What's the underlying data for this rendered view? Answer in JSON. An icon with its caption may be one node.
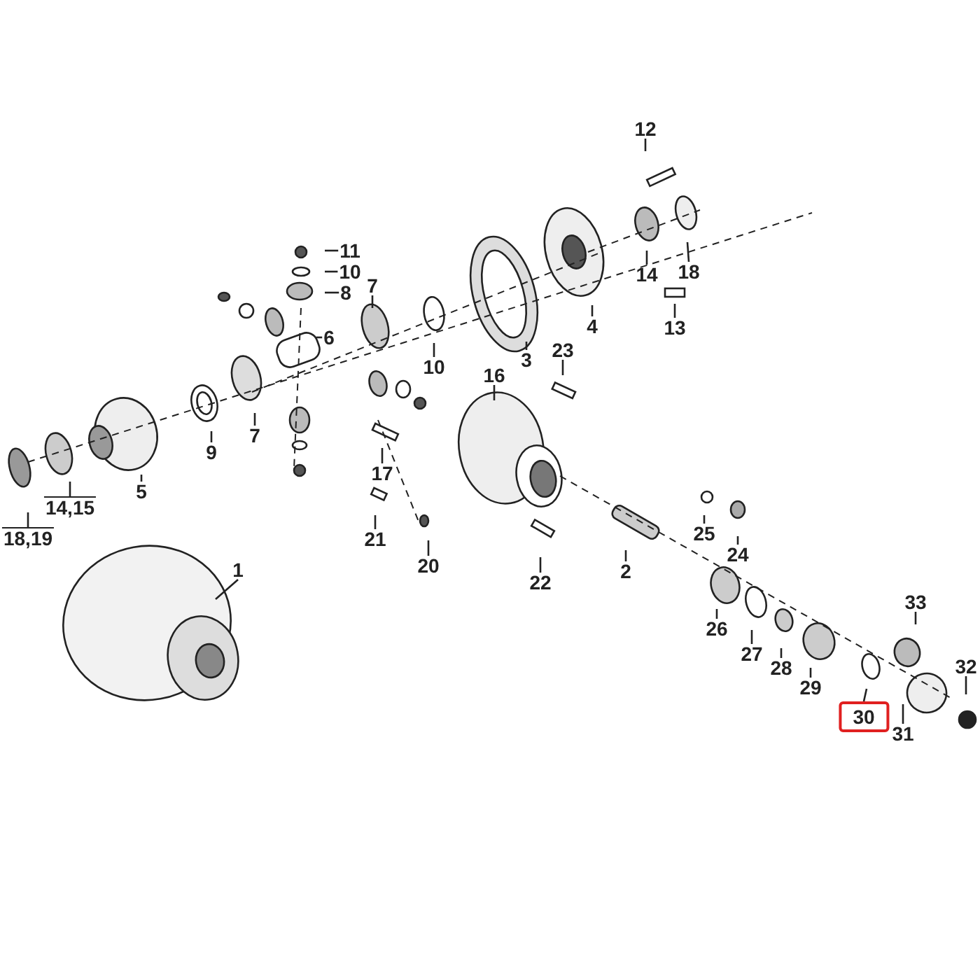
{
  "diagram": {
    "nodes": [
      {
        "text": [
          "12"
        ]
      },
      {
        "text": [
          "11"
        ]
      },
      {
        "text": [
          "10"
        ]
      },
      {
        "text": [
          "8"
        ]
      },
      {
        "text": [
          "18"
        ]
      },
      {
        "text": [
          "14"
        ]
      },
      {
        "text": [
          "13"
        ]
      },
      {
        "text": [
          "7"
        ]
      },
      {
        "text": [
          "6"
        ]
      },
      {
        "text": [
          "10"
        ]
      },
      {
        "text": [
          "3"
        ]
      },
      {
        "text": [
          "4"
        ]
      },
      {
        "text": [
          "23"
        ]
      },
      {
        "text": [
          "16"
        ]
      },
      {
        "text": [
          "7"
        ]
      },
      {
        "text": [
          "9"
        ]
      },
      {
        "text": [
          "5"
        ]
      },
      {
        "text": [
          "14,15"
        ]
      },
      {
        "text": [
          "18,19"
        ]
      },
      {
        "text": [
          "17"
        ]
      },
      {
        "text": [
          "21"
        ]
      },
      {
        "text": [
          "20"
        ]
      },
      {
        "text": [
          "22"
        ]
      },
      {
        "text": [
          "2"
        ]
      },
      {
        "text": [
          "25"
        ]
      },
      {
        "text": [
          "24"
        ]
      },
      {
        "text": [
          "1"
        ]
      },
      {
        "text": [
          "26"
        ]
      },
      {
        "text": [
          "27"
        ]
      },
      {
        "text": [
          "28"
        ]
      },
      {
        "text": [
          "29"
        ]
      },
      {
        "text": [
          "33"
        ]
      },
      {
        "text": [
          "30"
        ]
      },
      {
        "text": [
          "31"
        ]
      },
      {
        "text": [
          "32"
        ]
      }
    ],
    "edges": [
      {
        "from": 0,
        "to": null,
        "arrow": "none"
      },
      {
        "from": 1,
        "to": null,
        "arrow": "none"
      },
      {
        "from": 2,
        "to": null,
        "arrow": "none"
      },
      {
        "from": 3,
        "to": null,
        "arrow": "none"
      },
      {
        "from": 4,
        "to": null,
        "arrow": "none"
      },
      {
        "from": 5,
        "to": null,
        "arrow": "none"
      },
      {
        "from": 6,
        "to": null,
        "arrow": "none"
      },
      {
        "from": 7,
        "to": null,
        "arrow": "none"
      },
      {
        "from": 8,
        "to": null,
        "arrow": "none"
      },
      {
        "from": 9,
        "to": null,
        "arrow": "none"
      },
      {
        "from": 10,
        "to": null,
        "arrow": "none"
      },
      {
        "from": 11,
        "to": null,
        "arrow": "none"
      },
      {
        "from": 12,
        "to": null,
        "arrow": "none"
      },
      {
        "from": 13,
        "to": null,
        "arrow": "none"
      },
      {
        "from": 14,
        "to": null,
        "arrow": "none"
      },
      {
        "from": 15,
        "to": null,
        "arrow": "none"
      },
      {
        "from": 16,
        "to": null,
        "arrow": "none"
      },
      {
        "from": 17,
        "to": null,
        "arrow": "none"
      },
      {
        "from": 18,
        "to": null,
        "arrow": "none"
      },
      {
        "from": 19,
        "to": null,
        "arrow": "none"
      },
      {
        "from": 20,
        "to": null,
        "arrow": "none"
      },
      {
        "from": 21,
        "to": null,
        "arrow": "none"
      },
      {
        "from": 22,
        "to": null,
        "arrow": "none"
      },
      {
        "from": 23,
        "to": null,
        "arrow": "none"
      },
      {
        "from": 24,
        "to": null,
        "arrow": "none"
      },
      {
        "from": 25,
        "to": null,
        "arrow": "none"
      },
      {
        "from": 26,
        "to": null,
        "arrow": "none"
      },
      {
        "from": 27,
        "to": null,
        "arrow": "none"
      },
      {
        "from": 28,
        "to": null,
        "arrow": "none"
      },
      {
        "from": 29,
        "to": null,
        "arrow": "none"
      },
      {
        "from": 30,
        "to": null,
        "arrow": "none"
      },
      {
        "from": 31,
        "to": null,
        "arrow": "none"
      },
      {
        "from": 32,
        "to": null,
        "arrow": "none"
      },
      {
        "from": 33,
        "to": null,
        "arrow": "none"
      },
      {
        "from": 34,
        "to": null,
        "arrow": "none"
      }
    ]
  }
}
